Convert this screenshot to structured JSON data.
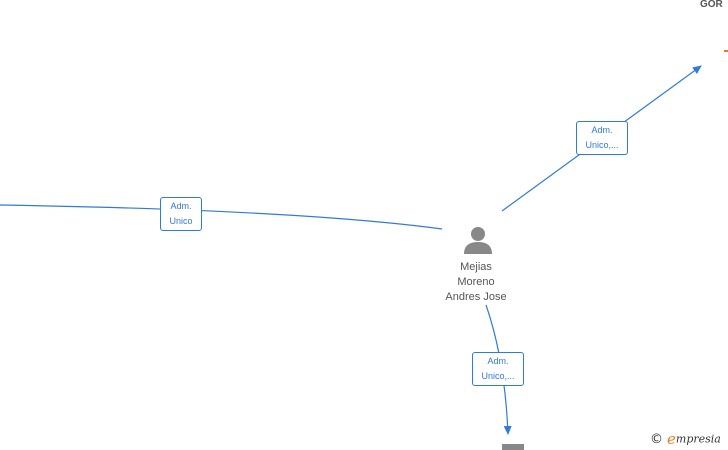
{
  "colors": {
    "edge": "#2f7bd8",
    "text": "#555555",
    "accent": "#f07a22",
    "icon": "#888888"
  },
  "center_person": {
    "name_lines": [
      "Mejias",
      "Moreno",
      "Andres Jose"
    ],
    "icon": "person-icon"
  },
  "top_right_node": {
    "label": "GOR"
  },
  "edges": [
    {
      "lines": [
        "Adm.",
        "Unico"
      ]
    },
    {
      "lines": [
        "Adm.",
        "Unico,..."
      ]
    },
    {
      "lines": [
        "Adm.",
        "Unico,..."
      ]
    }
  ],
  "watermark": {
    "symbol": "©",
    "brand_initial": "e",
    "brand_rest": "mpresia"
  }
}
